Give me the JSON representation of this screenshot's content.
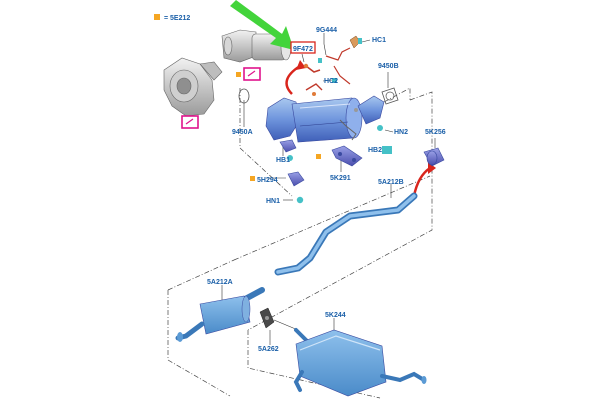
{
  "legend": {
    "label": "= 5E212",
    "color": "#f5a623"
  },
  "colors": {
    "pipe": "#5b9bd5",
    "highlight_box": "#e0138c",
    "red_box": "#d9251c",
    "green_arrow": "#43d43b",
    "red_arrow": "#d9251c",
    "tag": "#f5a623"
  },
  "labels": {
    "l_9G444": "9G444",
    "l_9F472": "9F472",
    "l_HC1": "HC1",
    "l_HC2": "HC2",
    "l_9450B": "9450B",
    "l_9450A": "9450A",
    "l_HN2": "HN2",
    "l_5K256": "5K256",
    "l_HB1": "HB1",
    "l_HB2": "HB2",
    "l_5H294": "5H294",
    "l_5K291": "5K291",
    "l_5A212B": "5A212B",
    "l_HN1": "HN1",
    "l_5A212A": "5A212A",
    "l_5K244": "5K244",
    "l_5A262": "5A262"
  }
}
